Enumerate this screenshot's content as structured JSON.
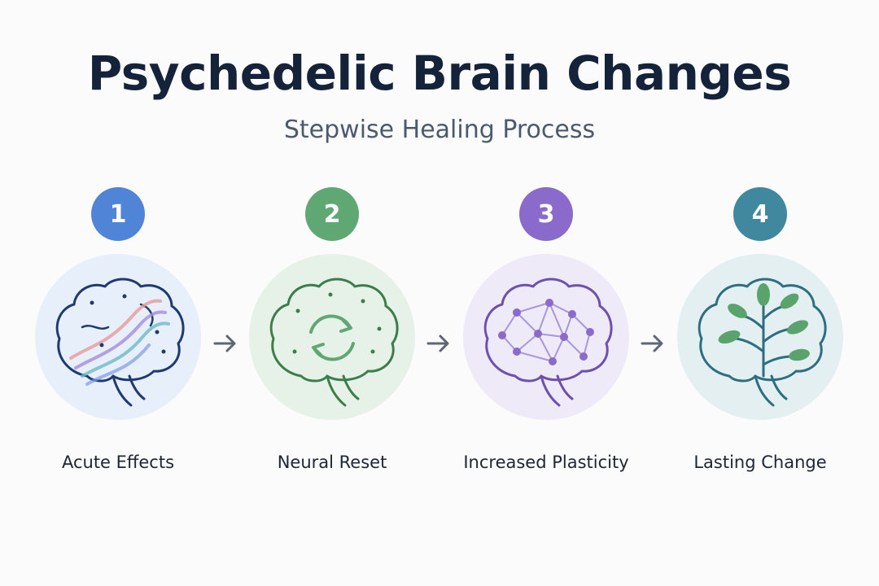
{
  "title": "Psychedelic Brain Changes",
  "subtitle": "Stepwise Healing Process",
  "steps": [
    {
      "number": "1",
      "label": "Acute Effects",
      "icon": "brain-waves-icon",
      "badge_color": "#4f84d6",
      "disc_color": "#e7effa",
      "stroke_color": "#1f3a73"
    },
    {
      "number": "2",
      "label": "Neural Reset",
      "icon": "brain-reset-icon",
      "badge_color": "#5fa874",
      "disc_color": "#e6f1e8",
      "stroke_color": "#3c7d4c"
    },
    {
      "number": "3",
      "label": "Increased Plasticity",
      "icon": "brain-network-icon",
      "badge_color": "#8a6acb",
      "disc_color": "#eeeaf7",
      "stroke_color": "#6c52ad"
    },
    {
      "number": "4",
      "label": "Lasting Change",
      "icon": "brain-tree-icon",
      "badge_color": "#3f889d",
      "disc_color": "#e4eff1",
      "stroke_color": "#2d6f80"
    }
  ],
  "arrow_color": "#5d6675"
}
